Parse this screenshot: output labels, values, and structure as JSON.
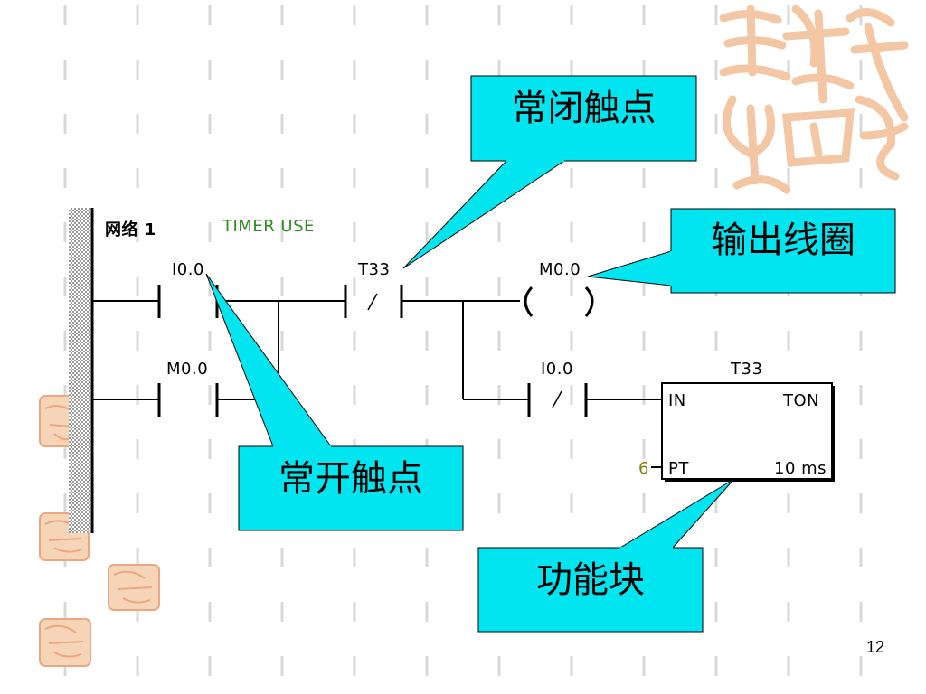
{
  "network": {
    "title": "网络 1",
    "comment": "TIMER USE"
  },
  "contacts": [
    {
      "id": "i00-no",
      "label": "I0.0",
      "type": "normally-open"
    },
    {
      "id": "t33-nc",
      "label": "T33",
      "type": "normally-closed"
    },
    {
      "id": "m00-no",
      "label": "M0.0",
      "type": "normally-open"
    },
    {
      "id": "i00-nc",
      "label": "I0.0",
      "type": "normally-closed"
    }
  ],
  "coil": {
    "label": "M0.0"
  },
  "timer": {
    "name": "T33",
    "in_label": "IN",
    "type": "TON",
    "pt_label": "PT",
    "pt_value": "6",
    "resolution": "10 ms"
  },
  "callouts": {
    "nc_contact": "常闭触点",
    "output_coil": "输出线圈",
    "no_contact": "常开触点",
    "function_block": "功能块"
  },
  "page_number": "12",
  "colors": {
    "callout_fill": "#00e5f0",
    "decor_stroke": "#f3c7a4",
    "green_comment": "#2e8b22",
    "pt_value": "#8b7d10"
  }
}
